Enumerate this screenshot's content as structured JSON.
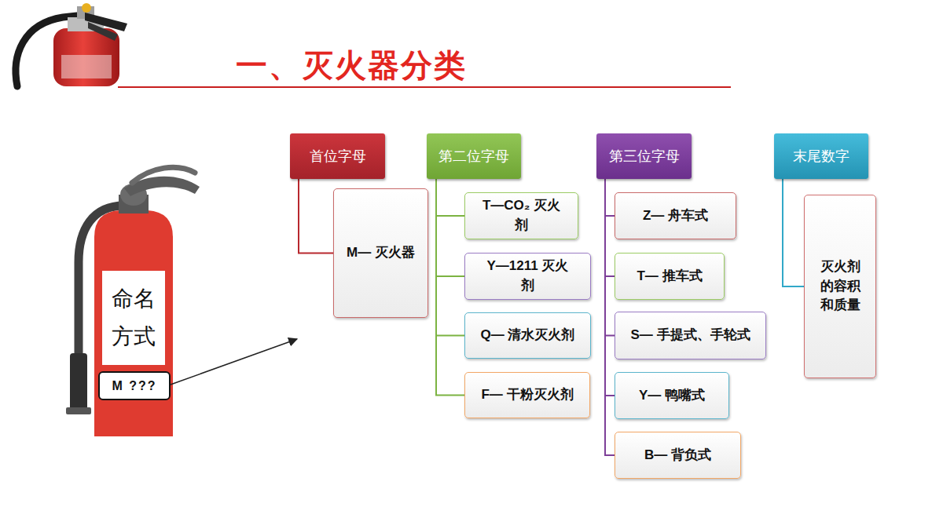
{
  "diagram": {
    "title": "一、灭火器分类",
    "nodes": [
      {
        "text": [
          "命名 方式"
        ]
      },
      {
        "text": [
          "M ???"
        ]
      },
      {
        "text": [
          "首位字母"
        ]
      },
      {
        "text": [
          "M— 灭火器"
        ]
      },
      {
        "text": [
          "第二位字母"
        ]
      },
      {
        "text": [
          "T—CO₂ 灭火 剂"
        ]
      },
      {
        "text": [
          "Y—1211 灭火 剂"
        ]
      },
      {
        "text": [
          "Q— 清水灭火剂"
        ]
      },
      {
        "text": [
          "F— 干粉灭火剂"
        ]
      },
      {
        "text": [
          "第三位字母"
        ]
      },
      {
        "text": [
          "Z— 舟车式"
        ]
      },
      {
        "text": [
          "T— 推车式"
        ]
      },
      {
        "text": [
          "S— 手提式、手轮式"
        ]
      },
      {
        "text": [
          "Y— 鸭嘴式"
        ]
      },
      {
        "text": [
          "B— 背负式"
        ]
      },
      {
        "text": [
          "末尾数字"
        ]
      },
      {
        "text": [
          "灭火剂 的容积 和质量"
        ]
      }
    ],
    "edges": [
      {
        "from": 2,
        "to": 3,
        "arrow": "none"
      },
      {
        "from": 4,
        "to": 5,
        "arrow": "none"
      },
      {
        "from": 4,
        "to": 6,
        "arrow": "none"
      },
      {
        "from": 4,
        "to": 7,
        "arrow": "none"
      },
      {
        "from": 4,
        "to": 8,
        "arrow": "none"
      },
      {
        "from": 9,
        "to": 10,
        "arrow": "none"
      },
      {
        "from": 9,
        "to": 11,
        "arrow": "none"
      },
      {
        "from": 9,
        "to": 12,
        "arrow": "none"
      },
      {
        "from": 9,
        "to": 13,
        "arrow": "none"
      },
      {
        "from": 9,
        "to": 14,
        "arrow": "none"
      },
      {
        "from": 15,
        "to": 16,
        "arrow": "none"
      }
    ]
  }
}
